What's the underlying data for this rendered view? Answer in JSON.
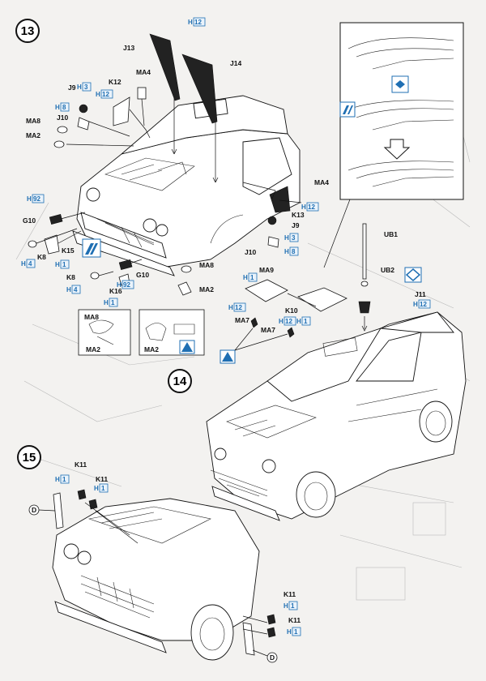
{
  "steps": {
    "s13": "13",
    "s14": "14",
    "s15": "15"
  },
  "parts": {
    "J13": "J13",
    "J14": "J14",
    "J9": "J9",
    "J10": "J10",
    "J11": "J11",
    "K12": "K12",
    "K13": "K13",
    "K15": "K15",
    "K16": "K16",
    "K8": "K8",
    "K10": "K10",
    "K11": "K11",
    "MA2": "MA2",
    "MA4": "MA4",
    "MA7": "MA7",
    "MA8": "MA8",
    "MA9": "MA9",
    "G10": "G10",
    "UB1": "UB1",
    "UB2": "UB2",
    "D": "D"
  },
  "h_tags": {
    "H1": "1",
    "H3": "3",
    "H4": "4",
    "H8": "8",
    "H12": "12",
    "H92": "92"
  },
  "h_prefix": "H",
  "colors": {
    "accent": "#1f6fb3",
    "ink": "#111111",
    "paper": "#f3f2f0"
  },
  "icons": {
    "align_icon": "align-arrows-icon",
    "paint_icon": "paint-stripe-icon",
    "decal_icon": "decal-diamond-icon",
    "down_arrow": "down-arrow-icon"
  }
}
